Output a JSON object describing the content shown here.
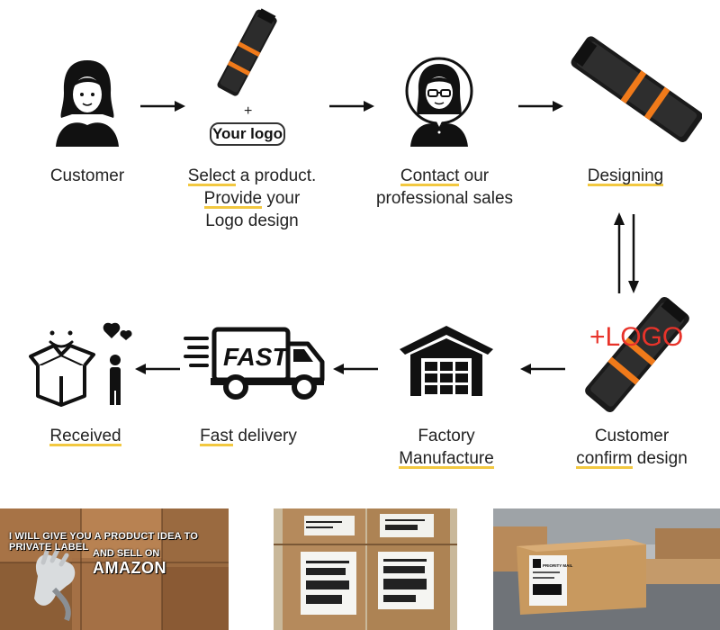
{
  "flow": {
    "steps": [
      {
        "id": "customer",
        "lines": [
          "Customer"
        ],
        "highlight": []
      },
      {
        "id": "select",
        "lines": [
          "Select a product.",
          "Provide your",
          "Logo design"
        ],
        "highlight": [
          "Select",
          "Provide"
        ]
      },
      {
        "id": "contact",
        "lines": [
          "Contact our",
          "professional sales"
        ],
        "highlight": [
          "Contact"
        ]
      },
      {
        "id": "designing",
        "lines": [
          "Designing"
        ],
        "highlight": [
          "Designing"
        ]
      },
      {
        "id": "confirm",
        "lines": [
          "Customer",
          "confirm design"
        ],
        "highlight": [
          "confirm"
        ]
      },
      {
        "id": "factory",
        "lines": [
          "Factory",
          "Manufacture"
        ],
        "highlight": [
          "Manufacture"
        ]
      },
      {
        "id": "delivery",
        "lines": [
          "Fast delivery"
        ],
        "highlight": [
          "Fast"
        ]
      },
      {
        "id": "received",
        "lines": [
          "Received"
        ],
        "highlight": [
          "Received"
        ]
      }
    ],
    "logo_plus": "+",
    "logo_badge": "Your logo",
    "red_logo": "+LOGO",
    "truck_label": "FAST",
    "highlight_color": "#f0be1e",
    "accent_red": "#e8332a",
    "strap_orange": "#f07a1a"
  },
  "photos": {
    "banner_line1": "I WILL GIVE YOU A PRODUCT IDEA TO PRIVATE LABEL",
    "banner_line2_prefix": "AND SELL ON",
    "banner_line2_brand": "AMAZON",
    "label_text": "PRIORITY MAIL"
  }
}
